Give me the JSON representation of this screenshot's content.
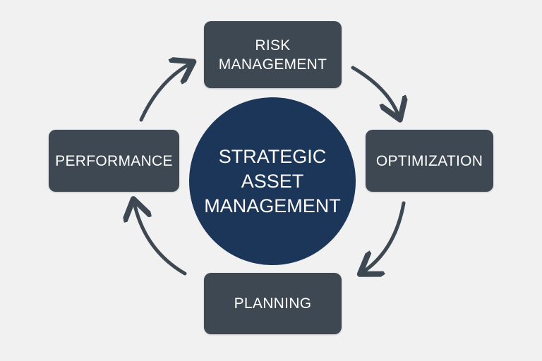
{
  "center": {
    "line1": "STRATEGIC",
    "line2": "ASSET",
    "line3": "MANAGEMENT"
  },
  "nodes": {
    "risk": {
      "line1": "RISK",
      "line2": "MANAGEMENT"
    },
    "optimization": "OPTIMIZATION",
    "planning": "PLANNING",
    "performance": "PERFORMANCE"
  },
  "colors": {
    "box": "#3d4852",
    "center": "#1c365a",
    "arrow": "#3d4852",
    "background": "#f1f1f1"
  }
}
